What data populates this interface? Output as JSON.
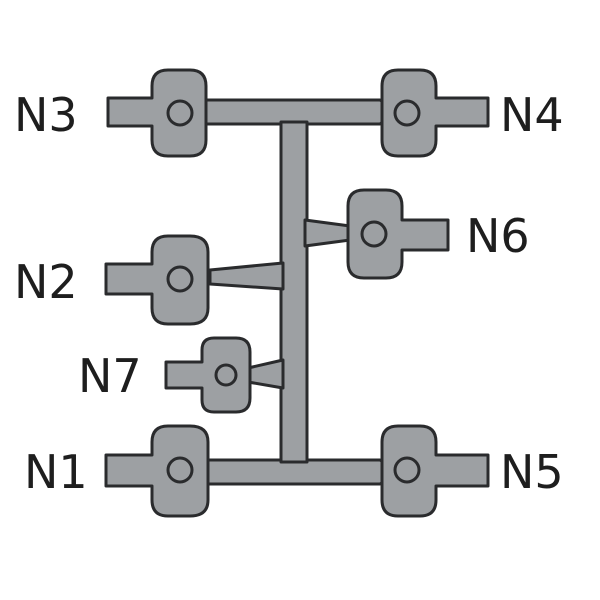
{
  "diagram": {
    "colors": {
      "part": "#9da0a3",
      "stroke": "#2a2b2d",
      "text": "#1e1e1e"
    },
    "nodes": [
      {
        "id": "N3",
        "label": "N3"
      },
      {
        "id": "N4",
        "label": "N4"
      },
      {
        "id": "N6",
        "label": "N6"
      },
      {
        "id": "N2",
        "label": "N2"
      },
      {
        "id": "N7",
        "label": "N7"
      },
      {
        "id": "N1",
        "label": "N1"
      },
      {
        "id": "N5",
        "label": "N5"
      }
    ]
  }
}
